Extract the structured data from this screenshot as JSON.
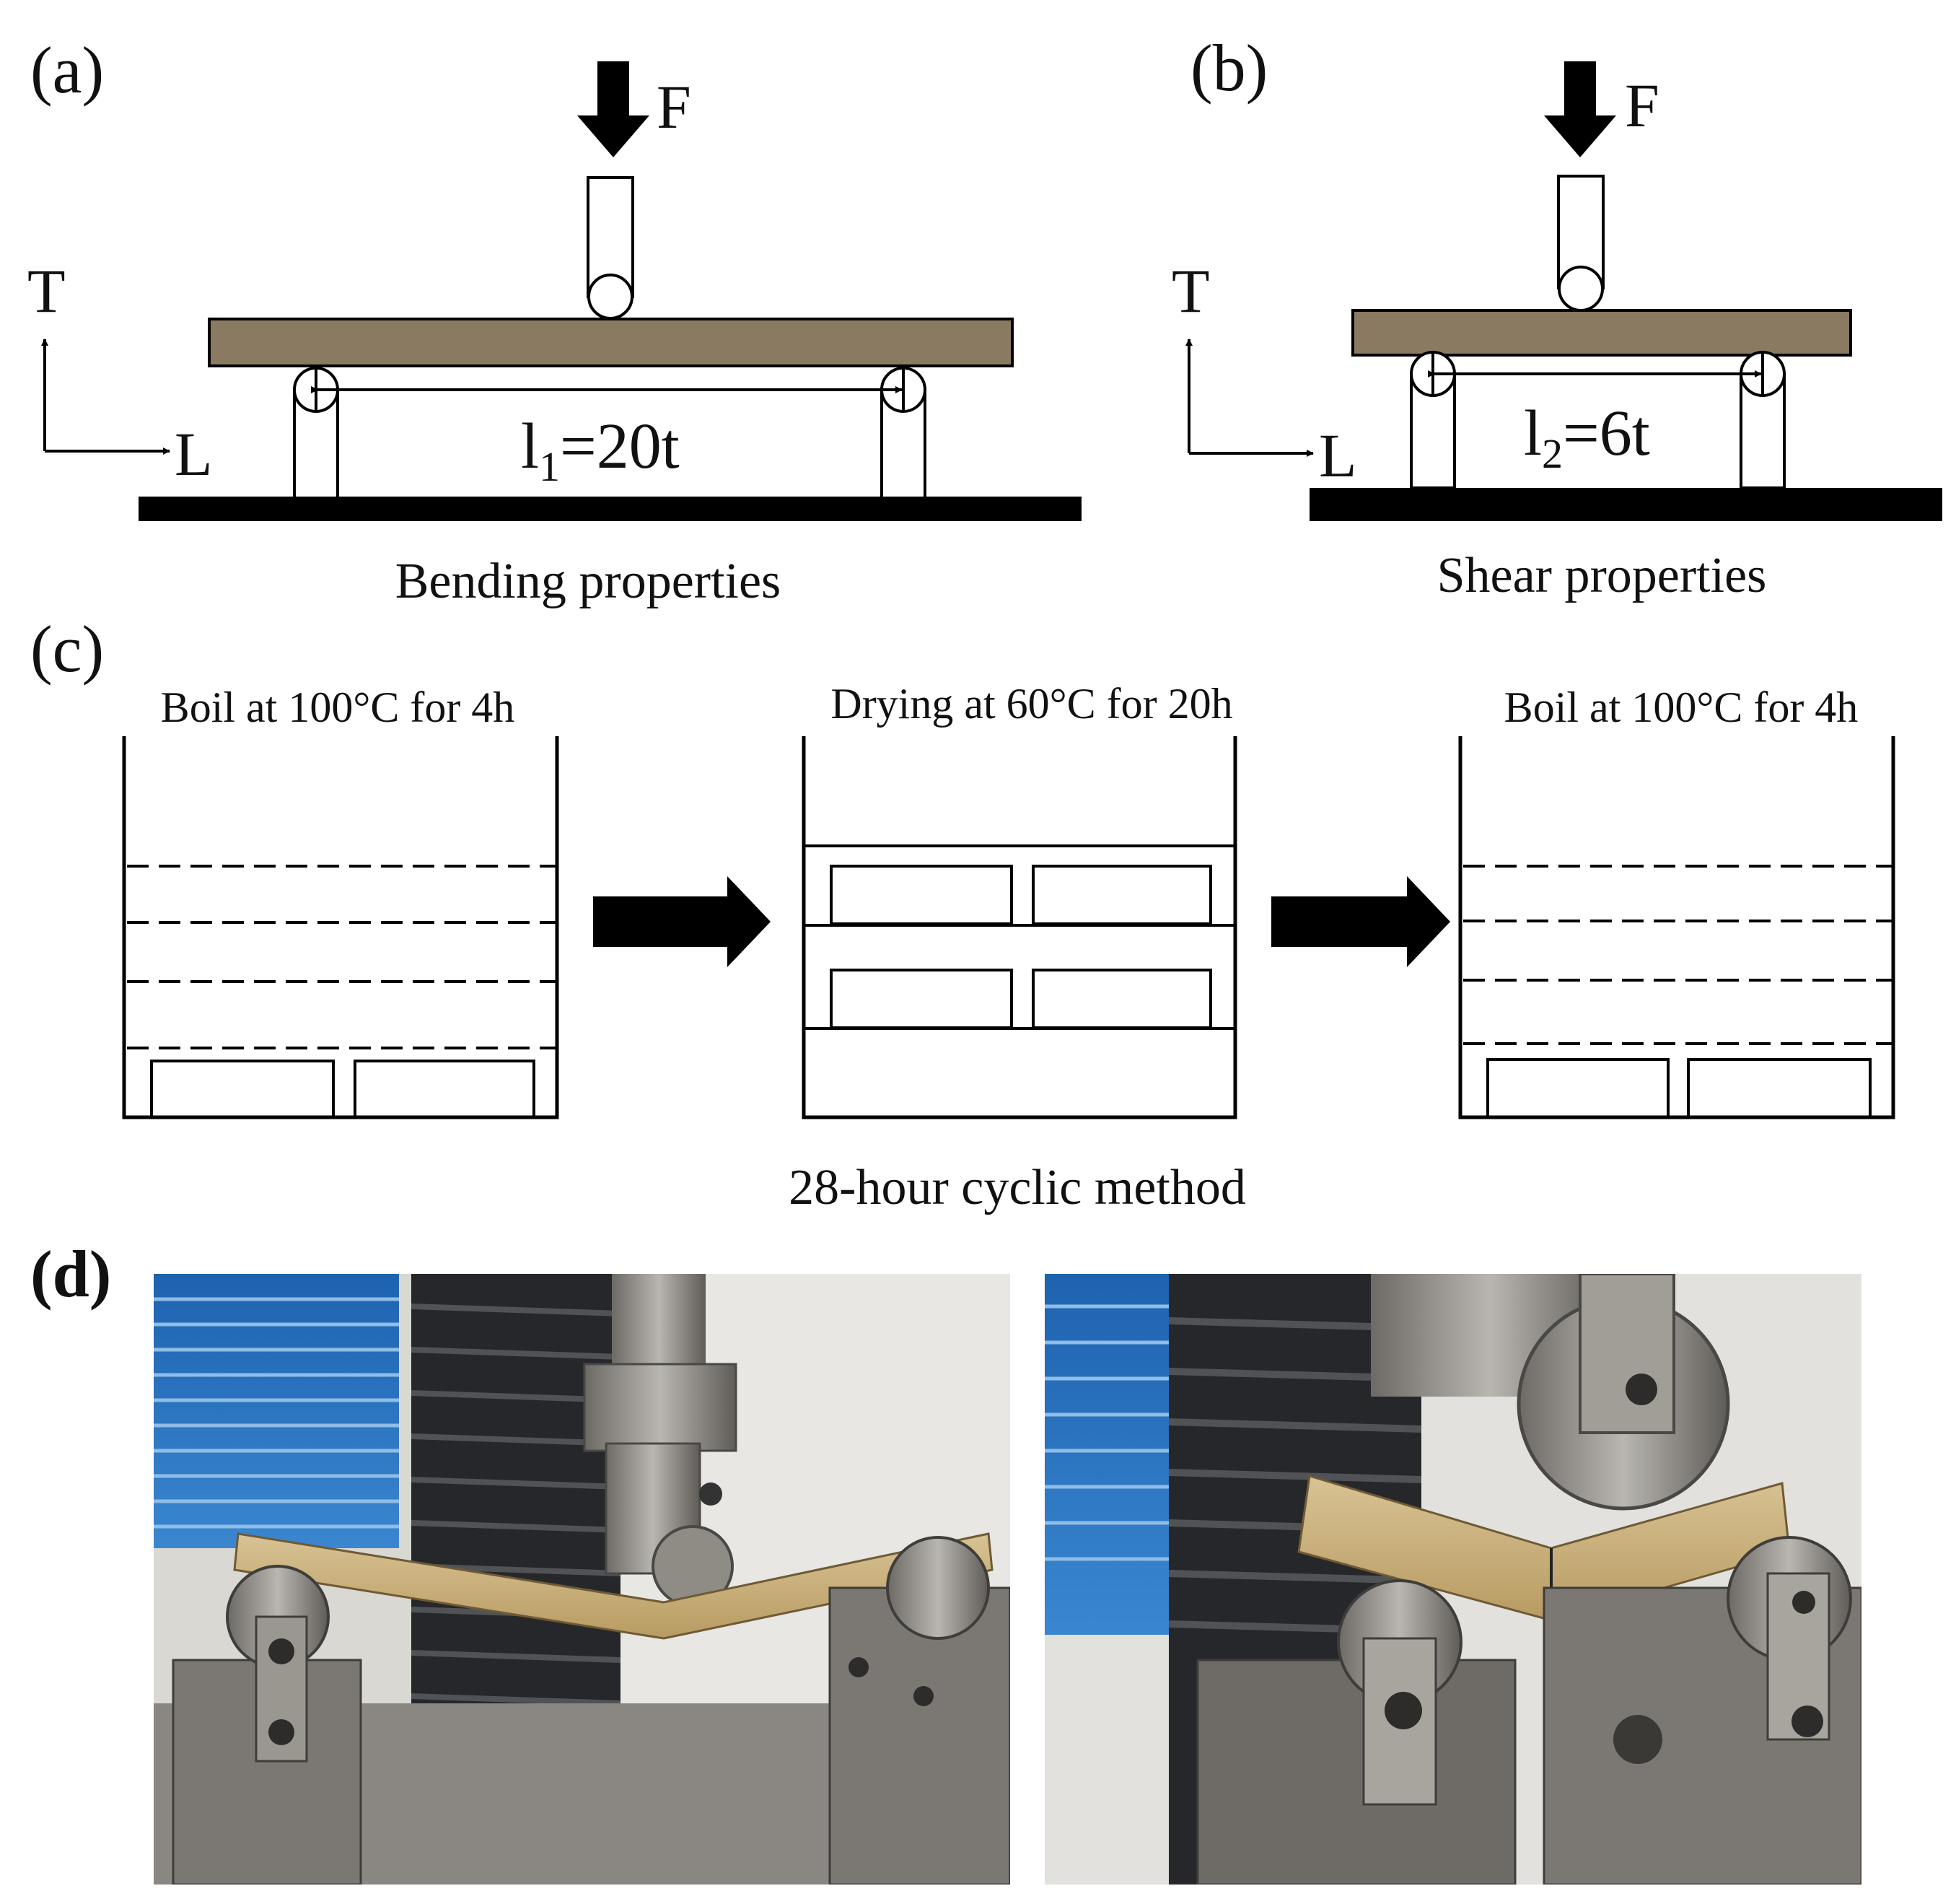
{
  "panel_a": {
    "label": "(a)",
    "force": "F",
    "axis_vertical": "T",
    "axis_horizontal": "L",
    "span_main": "l",
    "span_sub": "1",
    "span_rest": "=20t",
    "caption": "Bending properties"
  },
  "panel_b": {
    "label": "(b)",
    "force": "F",
    "axis_vertical": "T",
    "axis_horizontal": "L",
    "span_main": "l",
    "span_sub": "2",
    "span_rest": "=6t",
    "caption": "Shear properties"
  },
  "panel_c": {
    "label": "(c)",
    "steps": [
      {
        "label": "Boil at 100°C for 4h"
      },
      {
        "label": "Drying at 60°C for 20h"
      },
      {
        "label": "Boil at 100°C for 4h"
      }
    ],
    "caption": "28-hour cyclic method"
  },
  "panel_d": {
    "label": "(d)"
  },
  "colors": {
    "specimen": "#8a7a61",
    "ink": "#000000"
  }
}
